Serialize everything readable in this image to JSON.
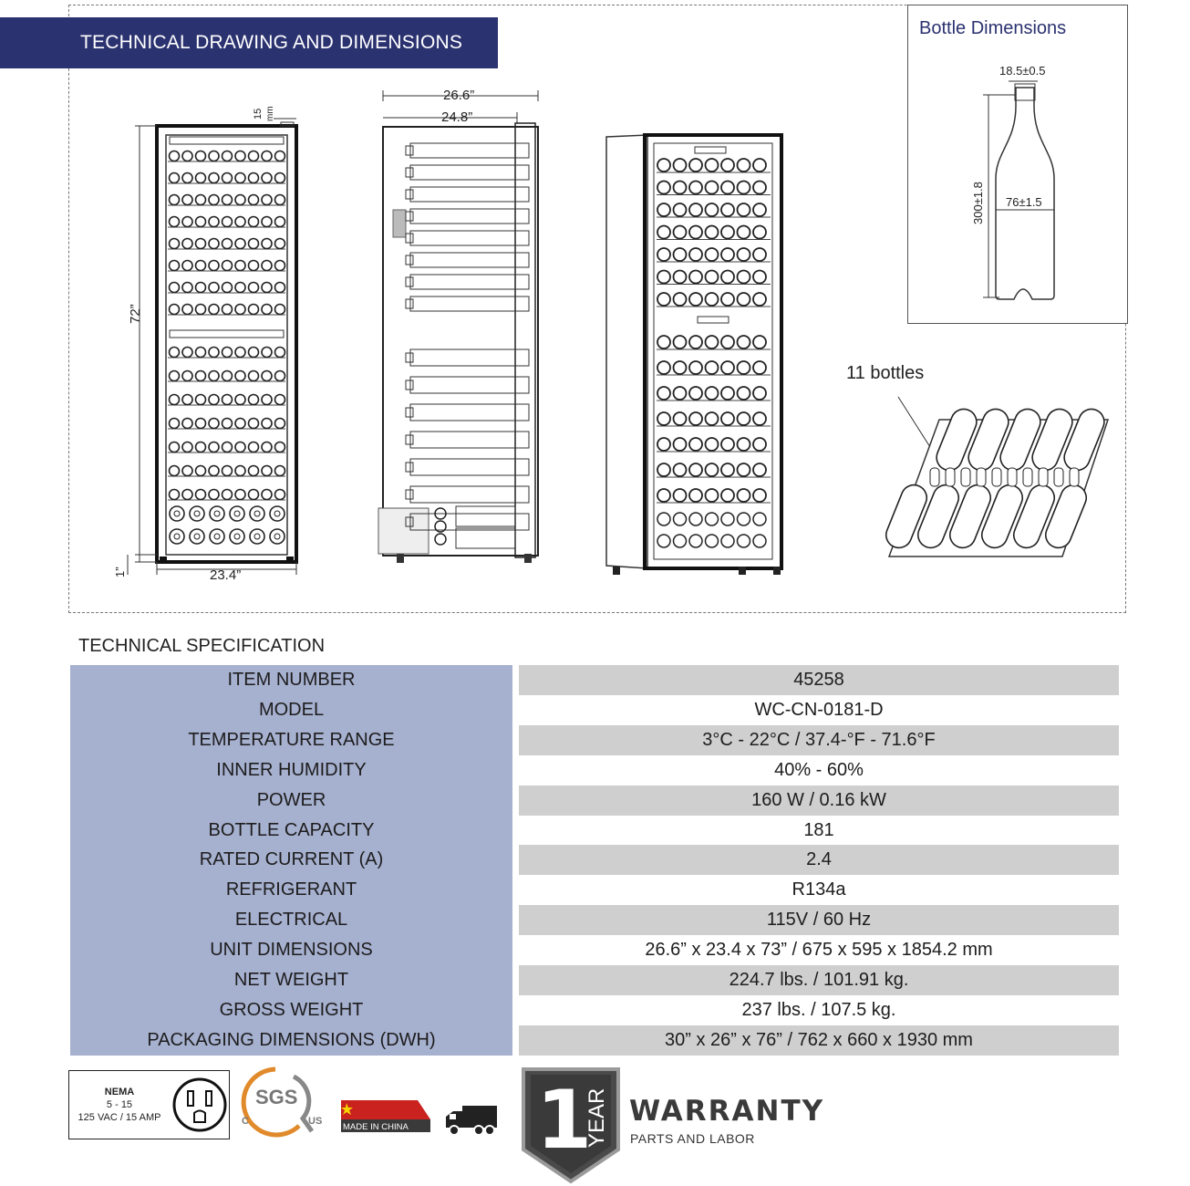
{
  "header": {
    "title": "TECHNICAL DRAWING AND DIMENSIONS"
  },
  "bottle": {
    "title": "Bottle Dimensions",
    "neck": "18.5±0.5",
    "height": "300±1.8",
    "diameter": "76±1.5"
  },
  "dims": {
    "front_height": "72”",
    "front_width": "23.4”",
    "front_foot": "1”",
    "front_top_gap": "15",
    "front_top_unit": "mm",
    "side_depth_total": "26.6”",
    "side_depth_body": "24.8”",
    "shelf_capacity": "11 bottles"
  },
  "spec": {
    "title": "TECHNICAL SPECIFICATION",
    "rows": [
      {
        "label": "ITEM NUMBER",
        "value": "45258"
      },
      {
        "label": "MODEL",
        "value": "WC-CN-0181-D"
      },
      {
        "label": "TEMPERATURE RANGE",
        "value": "3°C - 22°C / 37.4-°F - 71.6°F"
      },
      {
        "label": "INNER HUMIDITY",
        "value": "40% - 60%"
      },
      {
        "label": "POWER",
        "value": "160 W / 0.16 kW"
      },
      {
        "label": "BOTTLE CAPACITY",
        "value": "181"
      },
      {
        "label": "RATED CURRENT (A)",
        "value": "2.4"
      },
      {
        "label": "REFRIGERANT",
        "value": "R134a"
      },
      {
        "label": "ELECTRICAL",
        "value": "115V / 60 Hz"
      },
      {
        "label": "UNIT DIMENSIONS",
        "value": "26.6” x 23.4 x 73” / 675 x 595 x 1854.2 mm"
      },
      {
        "label": "NET WEIGHT",
        "value": "224.7 lbs. / 101.91 kg."
      },
      {
        "label": "GROSS WEIGHT",
        "value": "237 lbs. / 107.5 kg."
      },
      {
        "label": "PACKAGING DIMENSIONS (DWH)",
        "value": "30” x 26” x 76” / 762 x 660 x 1930 mm"
      }
    ]
  },
  "badges": {
    "nema_line1": "NEMA",
    "nema_line2": "5 - 15",
    "nema_line3": "125 VAC / 15 AMP",
    "sgs": "SGS",
    "sgs_c": "C",
    "sgs_us": "US",
    "made_in": "MADE IN CHINA",
    "warranty_number": "1",
    "warranty_unit": "YEAR",
    "warranty_title": "WARRANTY",
    "warranty_sub": "PARTS AND LABOR"
  },
  "colors": {
    "banner": "#2b3270",
    "label_column": "#a6b0cf",
    "value_stripe": "#cfcfcf"
  }
}
